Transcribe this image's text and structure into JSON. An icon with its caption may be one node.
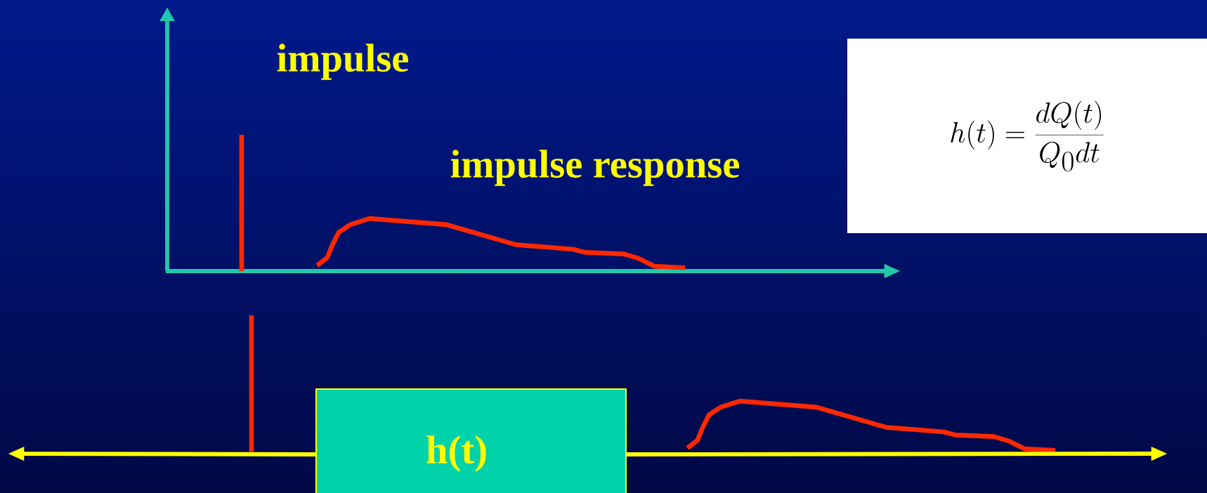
{
  "diagram": {
    "nodes": [
      {
        "text": [
          "h(t) = \\frac{dQ(t)}{Q_0 dt}"
        ]
      },
      {
        "text": [
          "h(t)"
        ]
      }
    ],
    "edges": [
      {
        "from": 1,
        "to": null,
        "arrow": "to"
      },
      {
        "from": 1,
        "to": null,
        "arrow": "to"
      }
    ],
    "labels": [
      "impulse",
      "impulse response"
    ]
  }
}
